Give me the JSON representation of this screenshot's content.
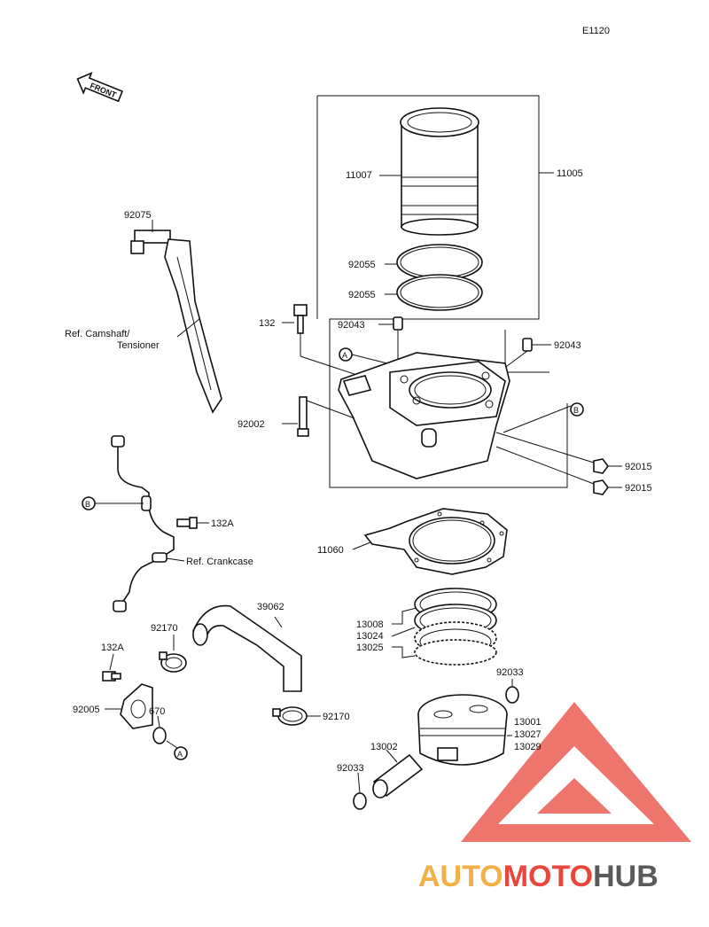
{
  "code": "E1120",
  "front": "FRONT",
  "colors": {
    "ink": "#111111",
    "wm_red": "#e8473c",
    "wm_orange": "#f2b046",
    "wm_gray": "#5a5a5a"
  },
  "labels": {
    "p11005": "11005",
    "p11007": "11007",
    "p92075": "92075",
    "p92055a": "92055",
    "p92055b": "92055",
    "p132": "132",
    "p92043a": "92043",
    "p92043b": "92043",
    "refcam1": "Ref. Camshaft/",
    "refcam2": "Tensioner",
    "p92002": "92002",
    "p92015a": "92015",
    "p92015b": "92015",
    "p132a1": "132A",
    "refcrank": "Ref. Crankcase",
    "p11060": "11060",
    "p39062": "39062",
    "p92170a": "92170",
    "p13008": "13008",
    "p13024": "13024",
    "p13025": "13025",
    "p132a2": "132A",
    "p92033a": "92033",
    "p92005": "92005",
    "p670": "670",
    "p92170b": "92170",
    "p13001": "13001",
    "p13027": "13027",
    "p13029": "13029",
    "p13002": "13002",
    "p92033b": "92033"
  },
  "markers": {
    "A": "A",
    "B": "B"
  },
  "watermark": {
    "auto": "AUTO",
    "moto": "MOTO",
    "hub": "HUB"
  }
}
